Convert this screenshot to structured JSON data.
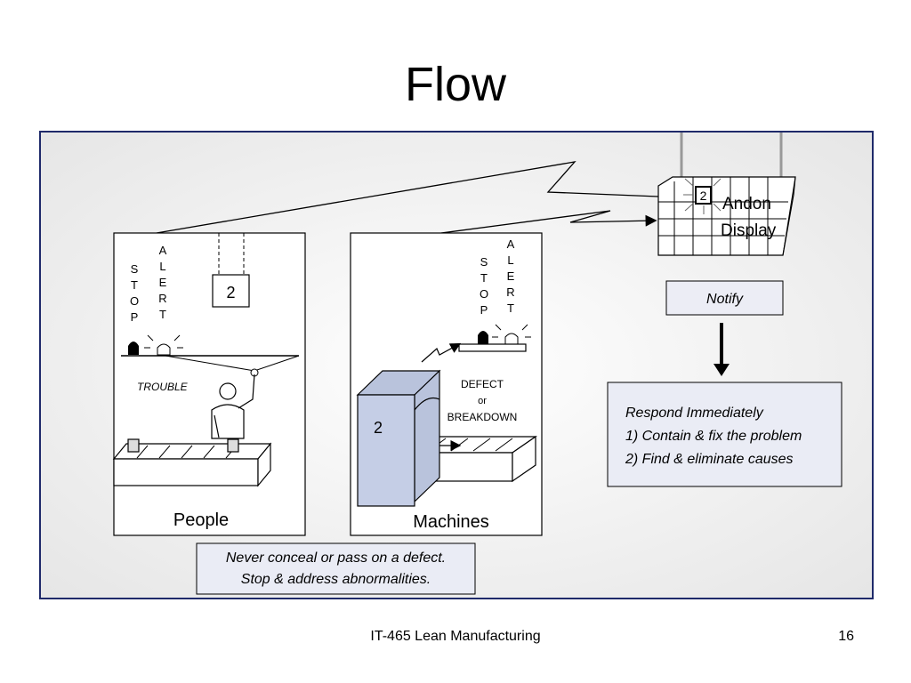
{
  "slide": {
    "title": "Flow"
  },
  "diagram": {
    "andon": {
      "counter": "2",
      "label_line1": "Andon",
      "label_line2": "Display"
    },
    "people_panel": {
      "stop_letters": [
        "S",
        "T",
        "O",
        "P"
      ],
      "alert_letters": [
        "A",
        "L",
        "E",
        "R",
        "T"
      ],
      "counter": "2",
      "trouble": "TROUBLE",
      "caption": "People"
    },
    "machines_panel": {
      "stop_letters": [
        "S",
        "T",
        "O",
        "P"
      ],
      "alert_letters": [
        "A",
        "L",
        "E",
        "R",
        "T"
      ],
      "machine_number": "2",
      "defect_line1": "DEFECT",
      "defect_line2": "or",
      "defect_line3": "BREAKDOWN",
      "caption": "Machines"
    },
    "notify": "Notify",
    "respond": {
      "line1": "Respond Immediately",
      "line2": "1) Contain & fix the problem",
      "line3": "2) Find & eliminate causes"
    },
    "never_note": {
      "line1": "Never conceal or pass on a defect.",
      "line2": "Stop & address abnormalities."
    }
  },
  "footer": {
    "course": "IT-465 Lean Manufacturing",
    "page": "16"
  }
}
